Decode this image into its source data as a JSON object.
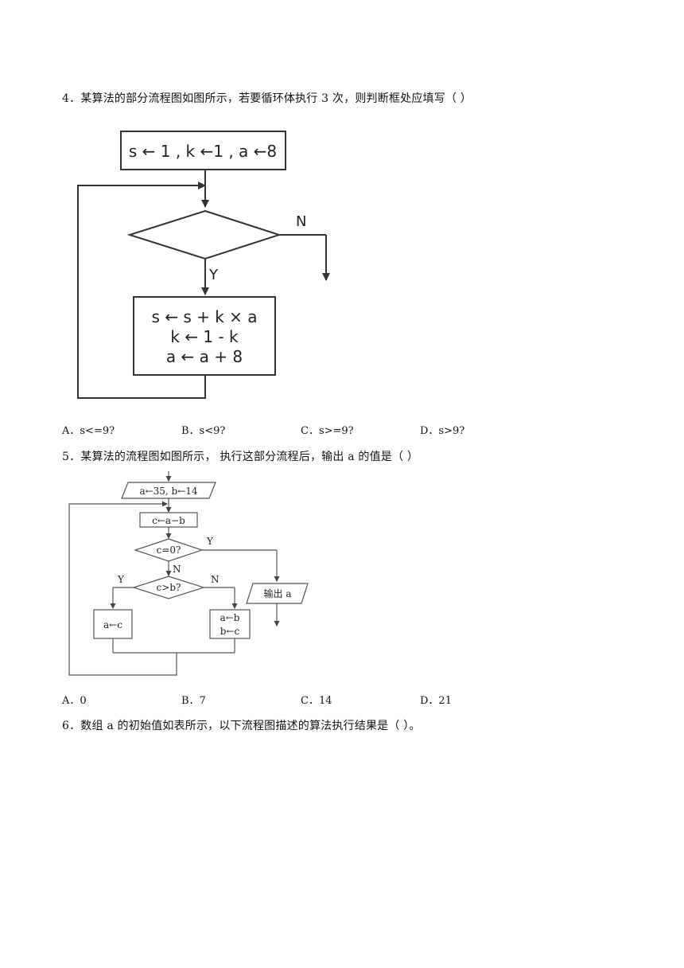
{
  "q4": {
    "stem": "4．某算法的部分流程图如图所示，若要循环体执行  3  次，则判断框处应填写（      ）",
    "flow": {
      "init": "s ← 1 , k ←1 , a ←8",
      "no_label": "N",
      "yes_label": "Y",
      "body_line1": "s ← s + k × a",
      "body_line2": "k ← 1 - k",
      "body_line3": "a ← a + 8"
    },
    "options": [
      "A．s<=9?",
      "B．s<9?",
      "C．s>=9?",
      "D．s>9?"
    ]
  },
  "q5": {
    "stem": "5．某算法的流程图如图所示，  执行这部分流程后，输出  a  的值是（      ）",
    "flow": {
      "input": "a←35, b←14",
      "assign": "c←a−b",
      "cond1": "c=0?",
      "cond1_yes": "Y",
      "cond1_no": "N",
      "cond2": "c>b?",
      "cond2_yes": "Y",
      "cond2_no": "N",
      "left_box": "a←c",
      "right_box_line1": "a←b",
      "right_box_line2": "b←c",
      "output": "输出 a"
    },
    "options": [
      "A．0",
      "B．7",
      "C．14",
      "D．21"
    ]
  },
  "q6": {
    "stem": "6．数组  a  的初始值如表所示，以下流程图描述的算法执行结果是（      ）。"
  }
}
